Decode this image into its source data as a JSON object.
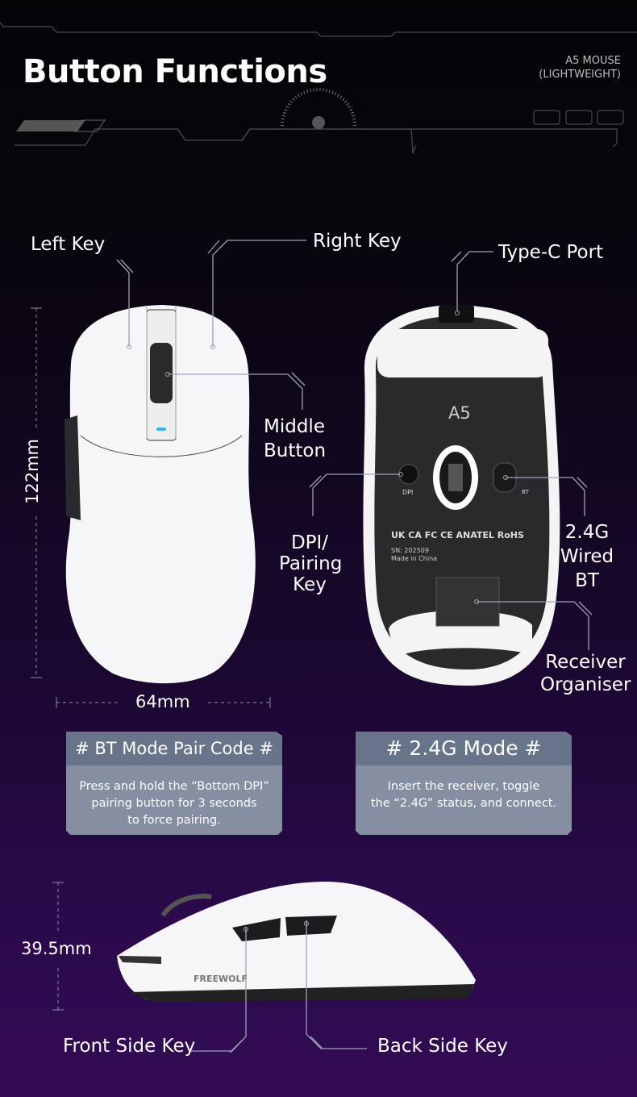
{
  "header": {
    "title": "Button Functions",
    "subtitle_line1": "A5 MOUSE",
    "subtitle_line2": "(LIGHTWEIGHT)"
  },
  "top_view": {
    "left_key": "Left Key",
    "right_key": "Right Key",
    "middle_button_line1": "Middle",
    "middle_button_line2": "Button",
    "height": "122mm",
    "width": "64mm"
  },
  "bottom_view": {
    "type_c_port": "Type-C Port",
    "model": "A5",
    "dpi_marking": "DPI",
    "bt_marking": "BT",
    "serial": "SN: 202509",
    "made_in": "Made in China",
    "certifications": "UK CA  FC  CE  ANATEL  RoHS",
    "dpi_key_line1": "DPI/",
    "dpi_key_line2": "Pairing",
    "dpi_key_line3": "Key",
    "mode_switch_line1": "2.4G",
    "mode_switch_line2": "Wired",
    "mode_switch_line3": "BT",
    "receiver_line1": "Receiver",
    "receiver_line2": "Organiser"
  },
  "cards": [
    {
      "title": "# BT Mode Pair Code #",
      "line1": "Press and hold the “Bottom DPI”",
      "line2": "pairing button for 3 seconds",
      "line3": "to force pairing."
    },
    {
      "title": "# 2.4G Mode #",
      "line1": "Insert the receiver, toggle",
      "line2": "the “2.4G” status, and connect."
    }
  ],
  "side_view": {
    "height": "39.5mm",
    "brand": "FREEWOLF",
    "front_side_key": "Front Side Key",
    "back_side_key": "Back Side Key"
  },
  "colors": {
    "card_header": "#687489",
    "card_body": "#858fa1",
    "callout_line": "#9aa3b5",
    "background_bottom": "#330c55"
  }
}
